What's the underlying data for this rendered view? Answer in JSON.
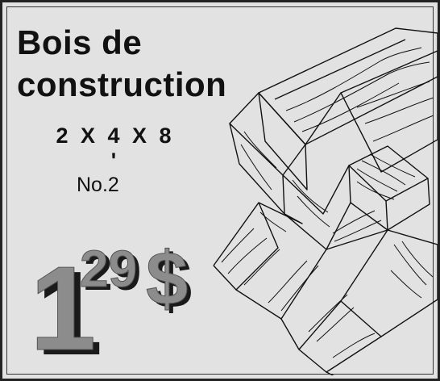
{
  "ad": {
    "title_line1": "Bois de",
    "title_line2": "construction",
    "dimensions": "2 X 4 X 8 '",
    "grade": "No.2",
    "price": {
      "dollars": "1",
      "cents": "29",
      "currency": "$"
    },
    "colors": {
      "background": "#e2e2e2",
      "ink": "#111111",
      "price_gray": "#8c8c8c"
    },
    "illustration": "stacked-lumber-drawing"
  }
}
